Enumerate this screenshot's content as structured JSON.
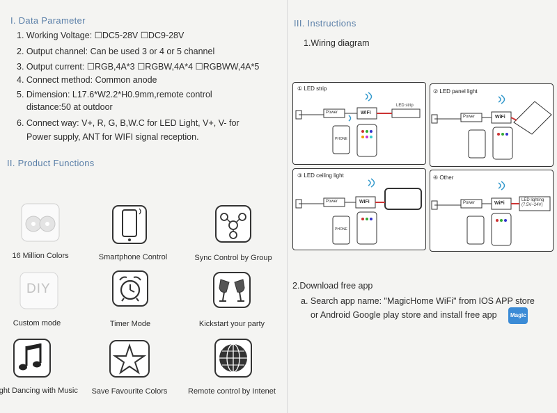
{
  "left": {
    "section1_title": "I. Data Parameter",
    "params": [
      "1. Working Voltage: ☐DC5-28V ☐DC9-28V",
      "2. Output channel: Can be used 3 or 4 or 5 channel",
      "3. Output current: ☐RGB,4A*3 ☐RGBW,4A*4 ☐RGBWW,4A*5",
      "4. Connect method: Common anode",
      "5. Dimension: L17.6*W2.2*H0.9mm,remote  control",
      "distance:50 at outdoor",
      "6. Connect way: V+, R, G, B,W.C for LED Light, V+,      V- for",
      "Power supply, ANT for WIFI signal reception."
    ],
    "section2_title": "II. Product Functions",
    "features": [
      {
        "label": "16 Million Colors",
        "icon": "color-wheel-icon"
      },
      {
        "label": "Smartphone Control",
        "icon": "smartphone-icon"
      },
      {
        "label": "Sync Control by Group",
        "icon": "group-sync-icon"
      },
      {
        "label": "Custom mode",
        "icon": "diy-icon",
        "icon_text": "DIY"
      },
      {
        "label": "Timer Mode",
        "icon": "alarm-clock-icon"
      },
      {
        "label": "Kickstart your party",
        "icon": "cheers-icon"
      },
      {
        "label": "Light Dancing with Music",
        "icon": "music-note-icon"
      },
      {
        "label": "Save Favourite Colors",
        "icon": "star-icon"
      },
      {
        "label": "Remote control by Intenet",
        "icon": "globe-icon"
      }
    ]
  },
  "right": {
    "section3_title": "III. Instructions",
    "wiring_title": "1.Wiring diagram",
    "diagrams": [
      {
        "title": "① LED strip",
        "load": "LED strip"
      },
      {
        "title": "② LED panel light",
        "load": ""
      },
      {
        "title": "③ LED ceiling light",
        "load": ""
      },
      {
        "title": "④ Other",
        "load": "LED lighting (7.5V~24V)"
      }
    ],
    "power_label": "Power",
    "wifi_label": "WiFi",
    "phone_label": "PHONE",
    "download_title": "2.Download free app",
    "download_lines": [
      "a. Search app name: \"MagicHome WiFi\" from IOS APP store",
      "or Android Google play store and install free app"
    ],
    "app_badge": "Magic"
  }
}
